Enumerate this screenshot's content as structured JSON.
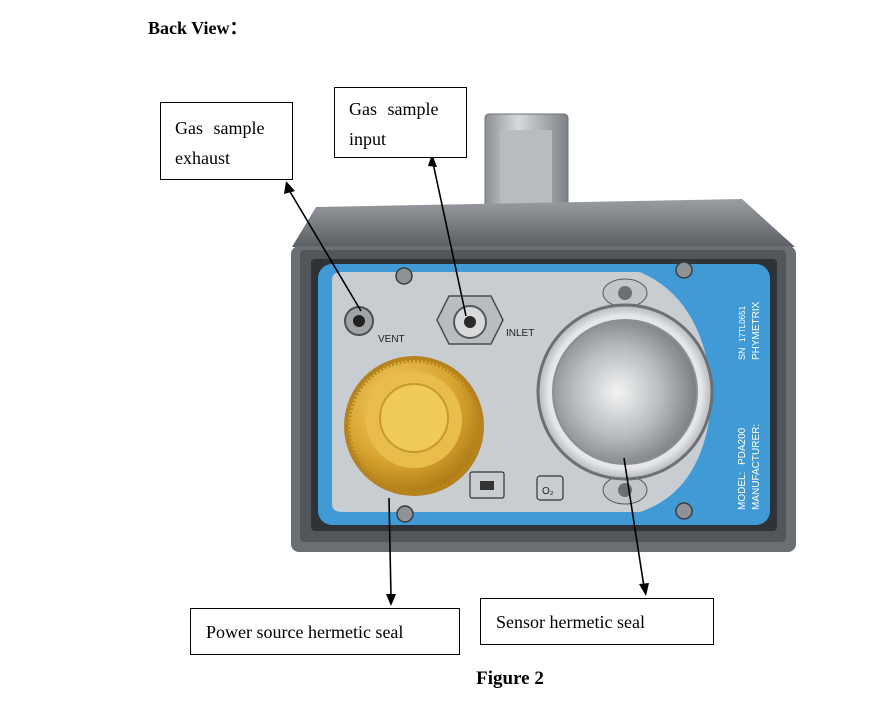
{
  "heading": "Back View：",
  "callouts": {
    "exhaust": "Gas sample exhaust",
    "input": "Gas sample input",
    "power": "Power source hermetic seal",
    "sensor": "Sensor hermetic seal"
  },
  "device": {
    "vent_label": "VENT",
    "inlet_label": "INLET",
    "o2_label": "O₂",
    "sn_label": "SN",
    "serial": "17TL0651",
    "brand": "PHYMETRIX",
    "model_label": "MODEL:",
    "model": "PDA200",
    "manufacturer_label": "MANUFACTURER:"
  },
  "figure_caption": "Figure 2",
  "colors": {
    "panel_blue": "#3f9ad6",
    "casing": "#6b6f74",
    "brass": "#d9a630",
    "steel": "#c9ccce"
  }
}
